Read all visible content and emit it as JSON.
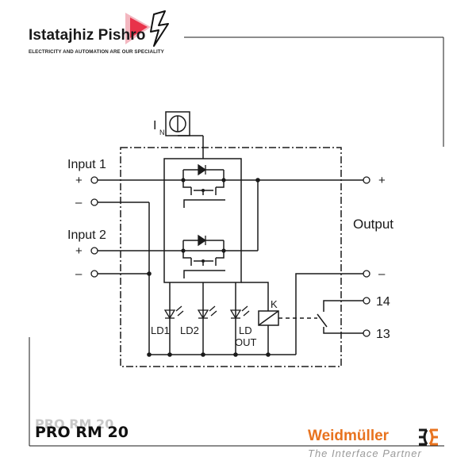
{
  "header": {
    "brand_name": "Istatajhiz Pishro",
    "tagline": "ELECTRICITY AND AUTOMATION ARE OUR SPECIALITY"
  },
  "diagram": {
    "current_label": "I",
    "current_subscript": "N",
    "input1_label": "Input 1",
    "input2_label": "Input 2",
    "plus": "+",
    "minus": "–",
    "output_label": "Output",
    "output_plus": "+",
    "output_minus": "–",
    "contact_14": "14",
    "contact_13": "13",
    "relay_label": "K",
    "led1_label": "LD1",
    "led2_label": "LD2",
    "led_out_label_1": "LD",
    "led_out_label_2": "OUT"
  },
  "footer": {
    "product_ghost": "PRO RM 20",
    "product": "PRO RM 20",
    "manufacturer": "Weidmüller",
    "manufacturer_tagline": "The Interface Partner"
  },
  "colors": {
    "brand_red": "#e8334a",
    "manufacturer_orange": "#e8731f",
    "line": "#1a1a1a"
  }
}
